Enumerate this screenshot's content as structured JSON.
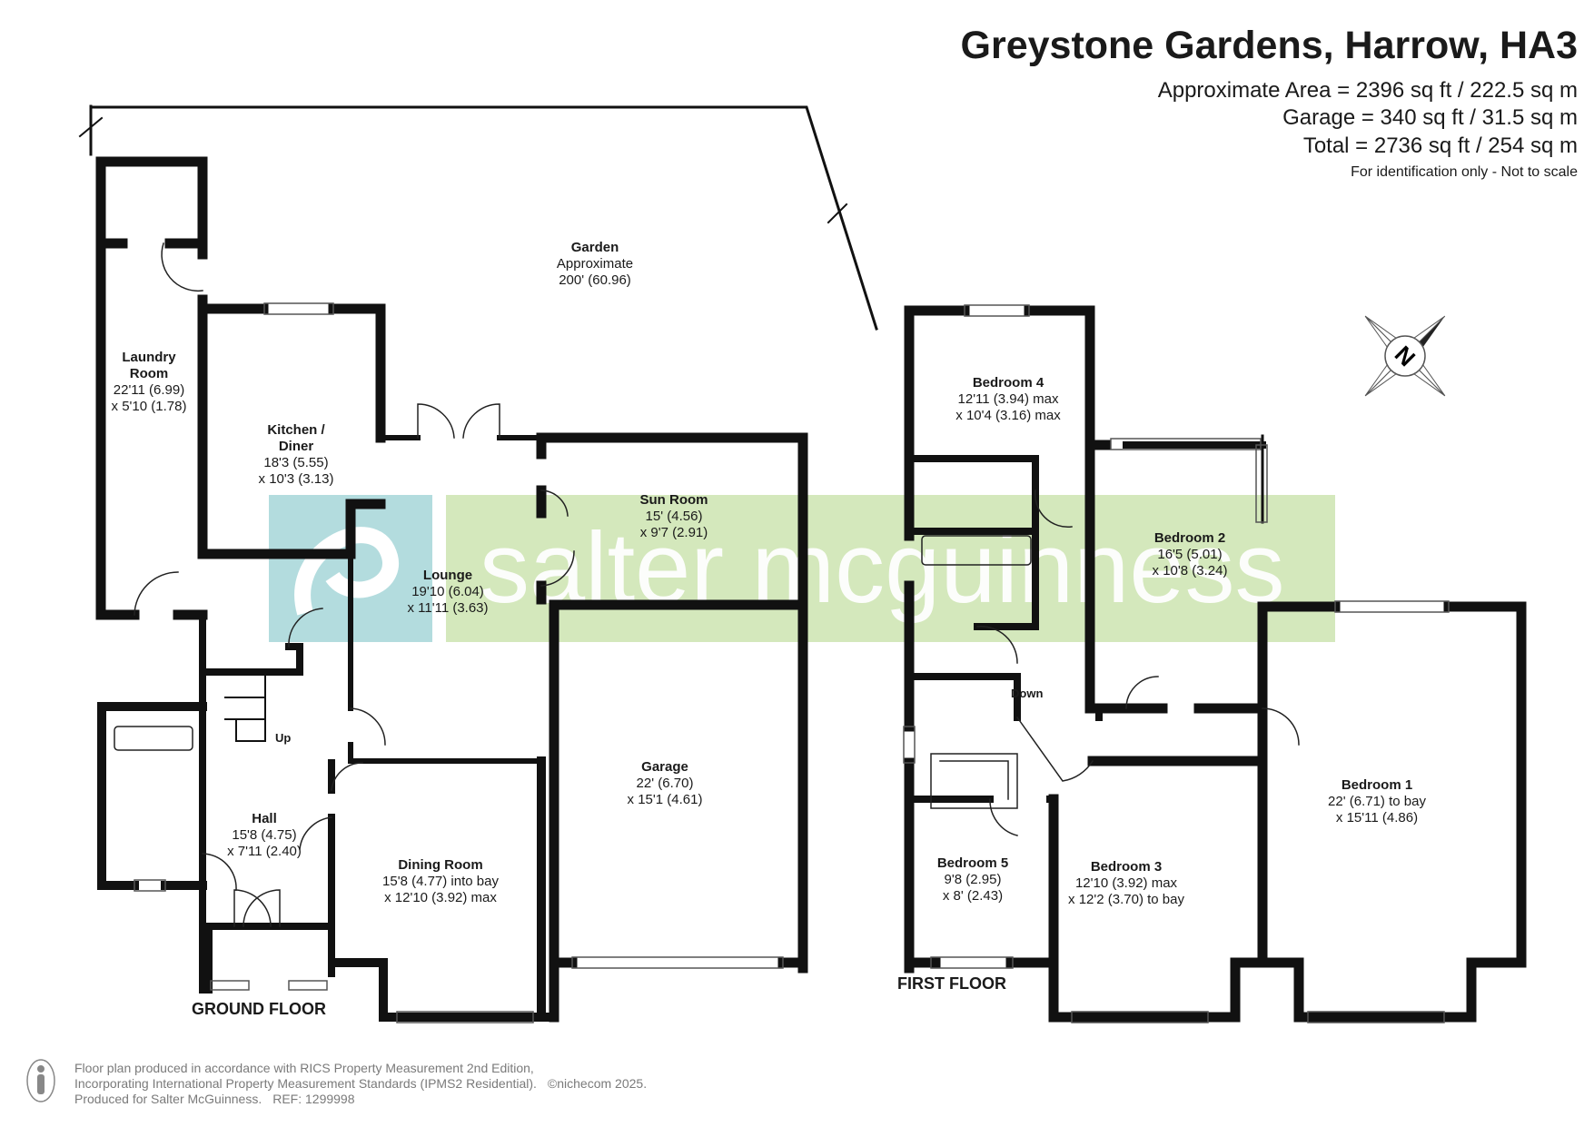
{
  "header": {
    "title": "Greystone Gardens, Harrow, HA3",
    "approximate_area": "Approximate Area = 2396 sq ft / 222.5 sq m",
    "garage_area": "Garage = 340 sq ft / 31.5 sq m",
    "total_area": "Total = 2736 sq ft / 254 sq m",
    "disclaimer": "For identification only - Not to scale"
  },
  "watermark": {
    "brand": "salter mcguinness",
    "color": "#cfe5b5",
    "mark_color": "#a6d6d8"
  },
  "colors": {
    "wall": "#111111",
    "text": "#1a1a1a",
    "footer": "#7a7a7a"
  },
  "ground_floor": {
    "label": "GROUND FLOOR",
    "rooms": [
      {
        "name": "Garden",
        "dim1": "Approximate",
        "dim2": "200' (60.96)"
      },
      {
        "name": "Laundry",
        "name2": "Room",
        "dim1": "22'11 (6.99)",
        "dim2": "x 5'10 (1.78)"
      },
      {
        "name": "Kitchen /",
        "name2": "Diner",
        "dim1": "18'3 (5.55)",
        "dim2": "x 10'3 (3.13)"
      },
      {
        "name": "Sun Room",
        "dim1": "15' (4.56)",
        "dim2": "x 9'7 (2.91)"
      },
      {
        "name": "Lounge",
        "dim1": "19'10 (6.04)",
        "dim2": "x 11'11 (3.63)"
      },
      {
        "name": "Garage",
        "dim1": "22' (6.70)",
        "dim2": "x 15'1 (4.61)"
      },
      {
        "name": "Hall",
        "dim1": "15'8 (4.75)",
        "dim2": "x 7'11 (2.40)"
      },
      {
        "name": "Dining Room",
        "dim1": "15'8 (4.77) into bay",
        "dim2": "x 12'10 (3.92) max"
      }
    ],
    "stairs_label": "Up"
  },
  "first_floor": {
    "label": "FIRST FLOOR",
    "rooms": [
      {
        "name": "Bedroom 4",
        "dim1": "12'11 (3.94) max",
        "dim2": "x 10'4 (3.16) max"
      },
      {
        "name": "Bedroom 2",
        "dim1": "16'5 (5.01)",
        "dim2": "x 10'8 (3.24)"
      },
      {
        "name": "Bedroom 1",
        "dim1": "22' (6.71) to bay",
        "dim2": "x 15'11 (4.86)"
      },
      {
        "name": "Bedroom 5",
        "dim1": "9'8 (2.95)",
        "dim2": "x 8' (2.43)"
      },
      {
        "name": "Bedroom 3",
        "dim1": "12'10 (3.92) max",
        "dim2": "x 12'2 (3.70) to bay"
      }
    ],
    "stairs_label": "Down"
  },
  "compass": {
    "letter": "N",
    "icon": "compass-icon"
  },
  "footer": {
    "line1": "Floor plan produced in accordance with RICS Property Measurement 2nd Edition,",
    "line2": "Incorporating International Property Measurement Standards (IPMS2 Residential).",
    "copyright": "©nichecom 2025.",
    "line3": "Produced for Salter McGuinness.",
    "ref": "REF: 1299998",
    "icon": "person-icon"
  }
}
